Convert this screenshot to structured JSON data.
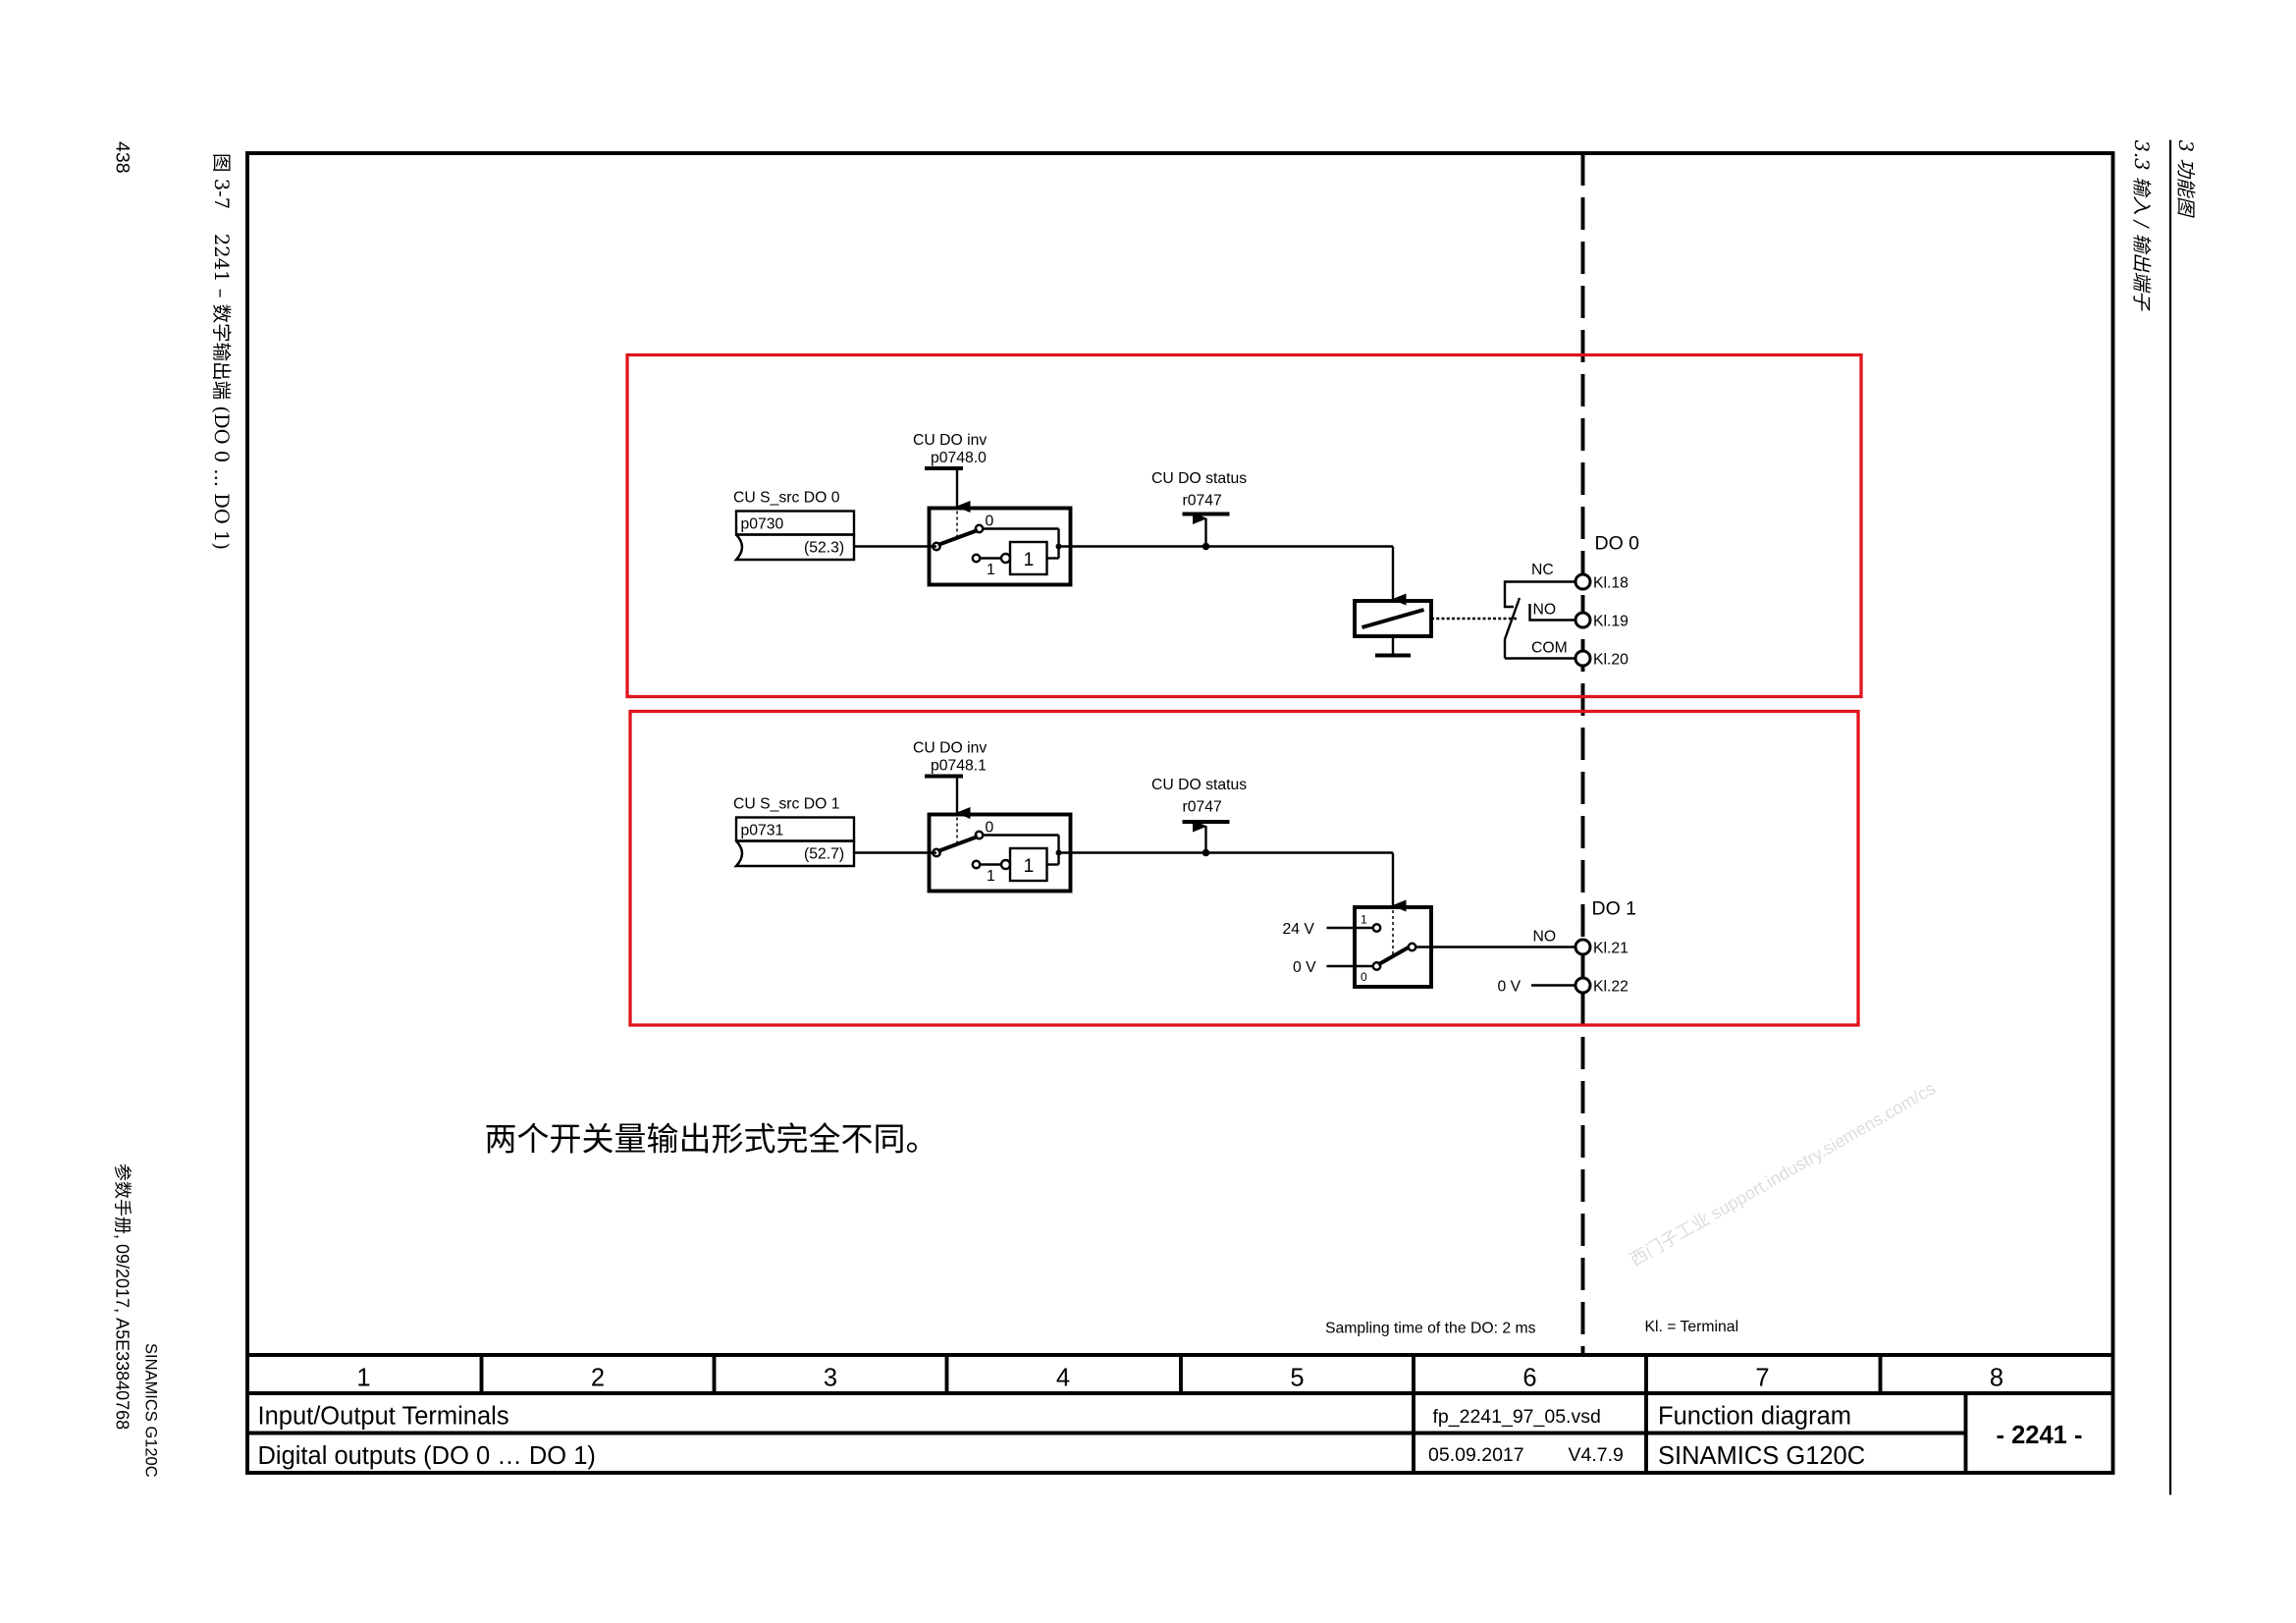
{
  "page": {
    "page_number": "438",
    "figure_caption": "图 3-7    2241 – 数字输出端 (DO 0 ... DO 1)",
    "footer_manual": "参数手册, 09/2017, A5E33840768",
    "footer_product": "SINAMICS G120C",
    "chapter": "3 功能图",
    "section": "3.3 输入 / 输出端子",
    "watermark": "西门子工业 support.industry.siemens.com/cs"
  },
  "diagram": {
    "do0": {
      "source_label": "CU S_src DO 0",
      "source_param": "p0730",
      "source_ref": "(52.3)",
      "inv_label": "CU DO inv",
      "inv_param": "p0748.0",
      "switch_0": "0",
      "switch_1": "1",
      "not_gate": "1",
      "status_label": "CU DO status",
      "status_param": "r0747",
      "output_label": "DO 0",
      "nc": "NC",
      "no": "NO",
      "com": "COM",
      "kl18": "Kl.18",
      "kl19": "Kl.19",
      "kl20": "Kl.20"
    },
    "do1": {
      "source_label": "CU S_src DO 1",
      "source_param": "p0731",
      "source_ref": "(52.7)",
      "inv_label": "CU DO inv",
      "inv_param": "p0748.1",
      "switch_0": "0",
      "switch_1": "1",
      "not_gate": "1",
      "status_label": "CU DO status",
      "status_param": "r0747",
      "output_label": "DO 1",
      "v24": "24 V",
      "v0": "0 V",
      "sel_1": "1",
      "sel_0": "0",
      "no": "NO",
      "v0_out": "0 V",
      "kl21": "Kl.21",
      "kl22": "Kl.22"
    },
    "annotation": "两个开关量输出形式完全不同。",
    "sampling_note": "Sampling time of the DO: 2 ms",
    "terminal_note": "Kl. = Terminal"
  },
  "title_block": {
    "columns": [
      "1",
      "2",
      "3",
      "4",
      "5",
      "6",
      "7",
      "8"
    ],
    "title_line1": "Input/Output Terminals",
    "title_line2": "Digital outputs (DO 0 … DO 1)",
    "file": "fp_2241_97_05.vsd",
    "date": "05.09.2017",
    "version": "V4.7.9",
    "doc_type": "Function diagram",
    "product": "SINAMICS G120C",
    "diagram_number": "- 2241 -"
  },
  "colors": {
    "highlight": "#e0141e",
    "line": "#000000"
  }
}
